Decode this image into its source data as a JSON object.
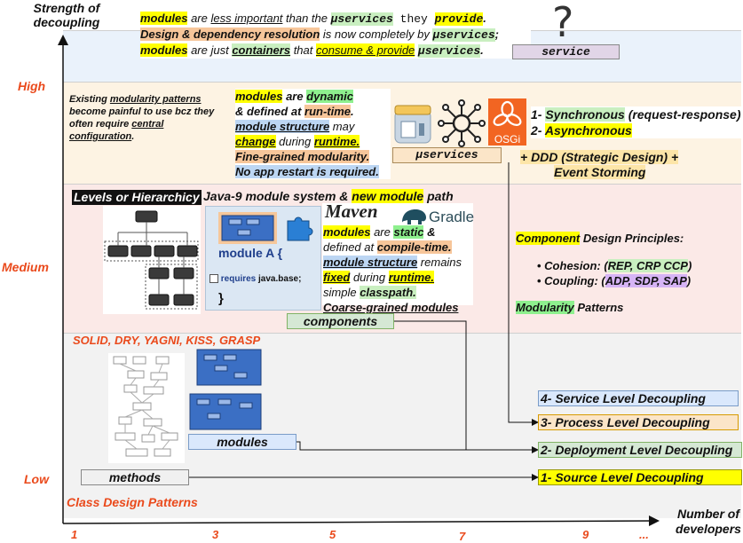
{
  "axes": {
    "y_title_line1": "Strength of",
    "y_title_line2": "decoupling",
    "x_title_line1": "Number of",
    "x_title_line2": "developers",
    "x_ticks": [
      "1",
      "3",
      "5",
      "7",
      "9",
      "..."
    ],
    "levels": [
      "High",
      "Medium",
      "Low"
    ]
  },
  "service_band": {
    "line1": [
      "modules",
      " are ",
      "less important",
      " than the ",
      "µservices",
      " they ",
      "provide",
      "."
    ],
    "line2": [
      "Design & dependency resolution",
      " is now completely by ",
      "µservices",
      ";"
    ],
    "line3": [
      "modules",
      " are just ",
      "containers",
      " that ",
      "consume & provide",
      " ",
      "µservices",
      "."
    ],
    "question_mark": "?",
    "service_label": "service"
  },
  "micro_band": {
    "pain_note": [
      "Existing ",
      "modularity patterns",
      " become painful to use bcz they often require ",
      "central configuration",
      "."
    ],
    "desc": {
      "l1": [
        "modules",
        " are ",
        "dynamic"
      ],
      "l2": [
        "& defined at ",
        "run-time",
        "."
      ],
      "l3": [
        "module structure",
        " may"
      ],
      "l4": [
        "change",
        " during ",
        "runtime."
      ],
      "l5": "Fine-grained modularity.",
      "l6": "No app restart is required."
    },
    "osgi_label": "OSGi",
    "microservices_label": "µservices",
    "sync_line": [
      "1- ",
      "Synchronous",
      " (request-response)"
    ],
    "async_line": [
      "2- ",
      "Asynchronous"
    ],
    "ddd_line1": "+ DDD (Strategic Design)  +",
    "ddd_line2": "Event Storming"
  },
  "components_band": {
    "levels_title": "Levels or Hierarchicy",
    "java9_line": [
      "Java-9 module system & ",
      "new module",
      " path"
    ],
    "code_title": "module A {",
    "code_requires": "requires",
    "code_requires_arg": "java.base;",
    "code_close": "}",
    "maven_label": "Maven",
    "gradle_label": "Gradle",
    "desc": {
      "l1": [
        "modules",
        " are ",
        "static",
        " &"
      ],
      "l2": [
        "defined at ",
        "compile-time."
      ],
      "l3": [
        "module structure",
        " remains"
      ],
      "l4": [
        "fixed",
        " during ",
        "runtime."
      ],
      "l5": [
        "simple ",
        "classpath."
      ],
      "l6": "Coarse-grained modules"
    },
    "components_label": "components",
    "principles_title": [
      "Component",
      " Design Principles:"
    ],
    "cohesion": [
      "Cohesion: (",
      "REP, CRP CCP",
      ")"
    ],
    "coupling": [
      "Coupling: (",
      "ADP, SDP, SAP",
      ")"
    ],
    "modularity_patterns": [
      "Modularity",
      " Patterns"
    ]
  },
  "class_band": {
    "solid": "SOLID, DRY, YAGNI, KISS, GRASP",
    "modules_label": "modules",
    "methods_label": "methods",
    "class_patterns": "Class Design Patterns"
  },
  "decoupling_levels": {
    "l4": "4- Service Level  Decoupling",
    "l3": "3- Process Level  Decoupling",
    "l2": "2- Deployment Level  Decoupling",
    "l1": "1- Source Level  Decoupling"
  },
  "colors": {
    "band_service": "#eaf2fb",
    "band_micro": "#fdf3e3",
    "band_components": "#fbe9e7",
    "band_class": "#f2f2f2",
    "level_text": "#ea4a1c",
    "service_box": "#e1d5e7",
    "microservices_box": "#fbe5c8",
    "components_box": "#d5e8d4",
    "modules_box": "#dae8fc",
    "methods_box": "#f0f0f0",
    "osgi": "#f26522"
  },
  "icons": [
    "question-mark-icon",
    "container-icon",
    "network-hub-icon",
    "osgi-logo",
    "hierarchy-diagram",
    "module-blocks-icon",
    "puzzle-icon",
    "gradle-elephant-icon",
    "class-structure-diagram",
    "module-structure-diagram"
  ]
}
